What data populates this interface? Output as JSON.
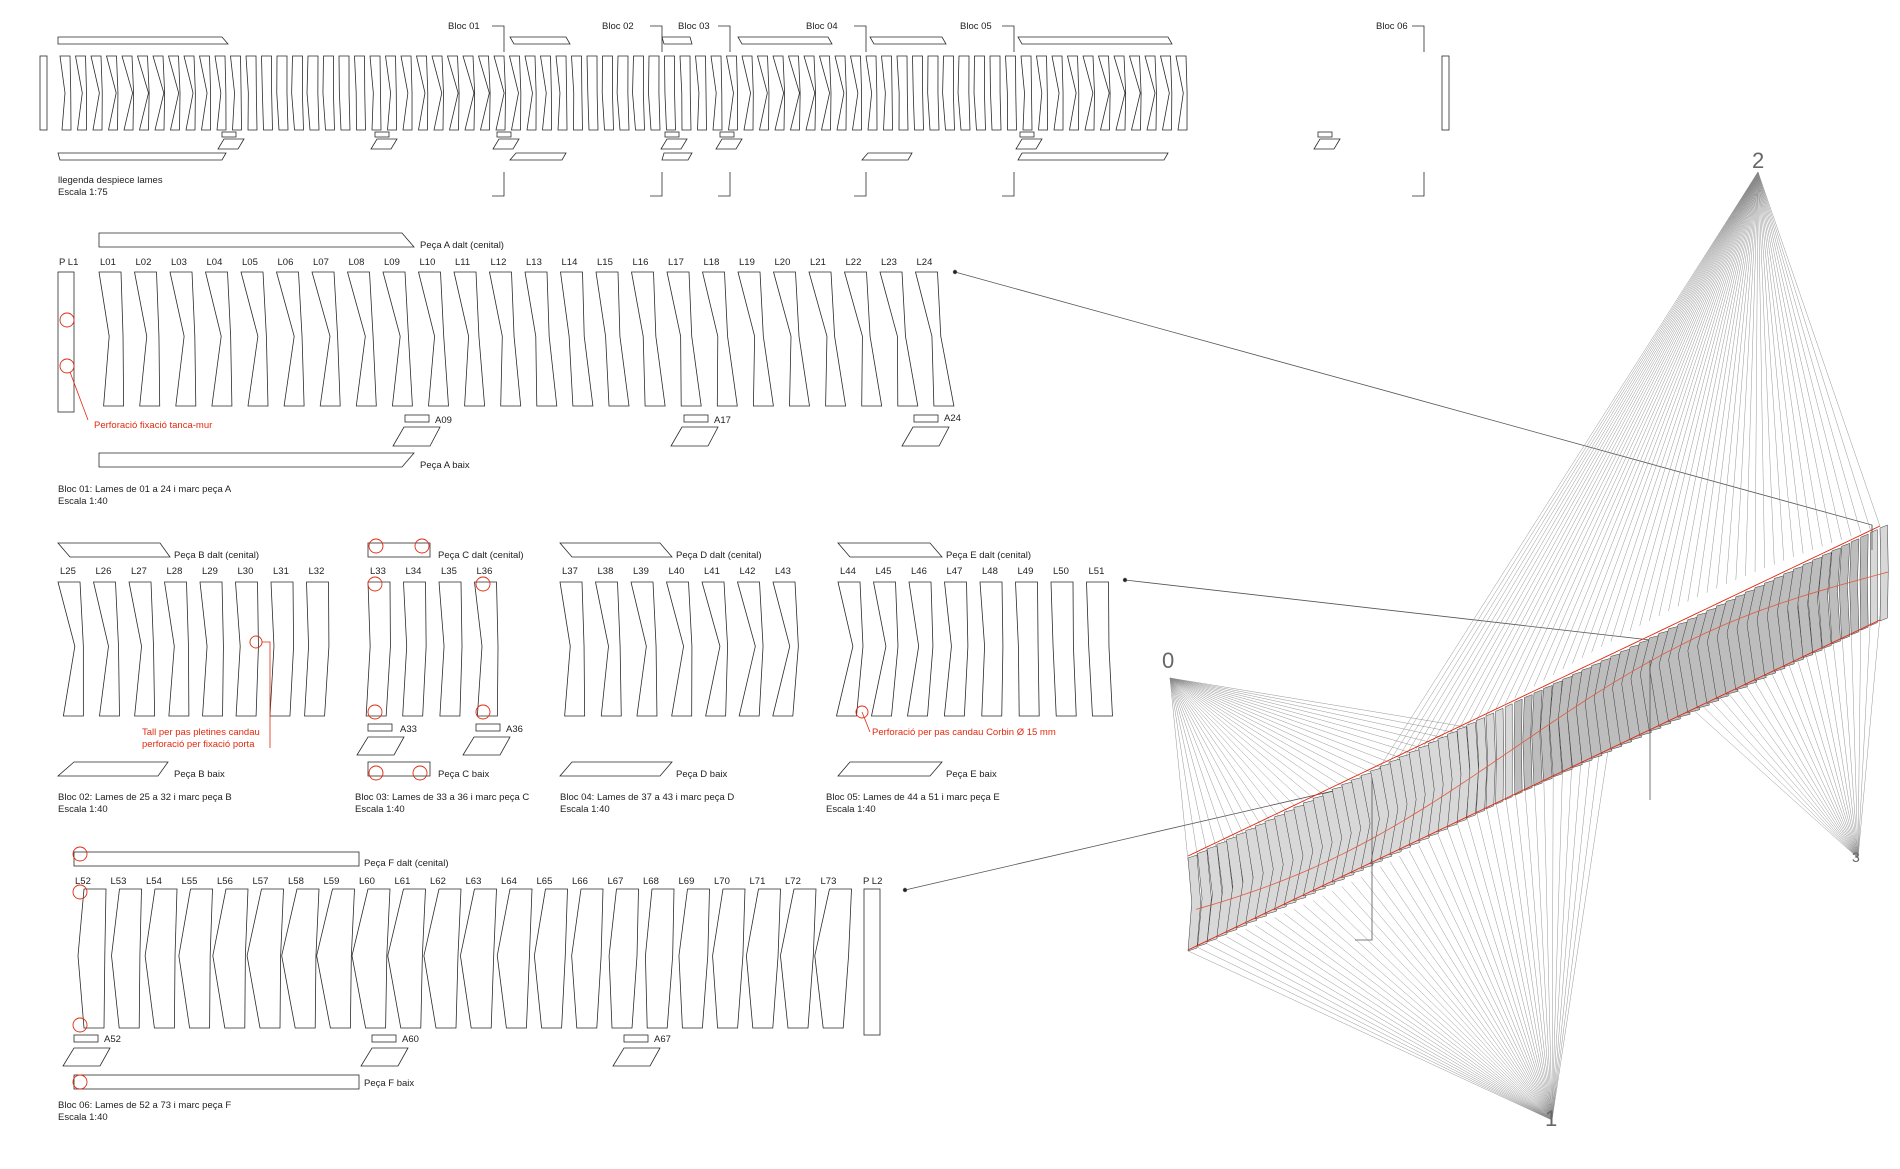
{
  "legend": {
    "caption": "llegenda despiece lames",
    "scale": "Escala 1:75",
    "blocs": [
      "Bloc 01",
      "Bloc 02",
      "Bloc 03",
      "Bloc 04",
      "Bloc 05",
      "Bloc 06"
    ]
  },
  "block1": {
    "piece_top": "Peça A dalt (cenital)",
    "piece_bottom": "Peça A baix",
    "labels": [
      "P L1",
      "L01",
      "L02",
      "L03",
      "L04",
      "L05",
      "L06",
      "L07",
      "L08",
      "L09",
      "L10",
      "L11",
      "L12",
      "L13",
      "L14",
      "L15",
      "L16",
      "L17",
      "L18",
      "L19",
      "L20",
      "L21",
      "L22",
      "L23",
      "L24"
    ],
    "anchors": [
      "A09",
      "A17",
      "A24"
    ],
    "note": "Perforació fixació tanca-mur",
    "caption": "Bloc 01: Lames de 01 a 24 i marc peça A",
    "scale": "Escala 1:40"
  },
  "block2": {
    "piece_top": "Peça B dalt (cenital)",
    "piece_bottom": "Peça B baix",
    "labels": [
      "L25",
      "L26",
      "L27",
      "L28",
      "L29",
      "L30",
      "L31",
      "L32"
    ],
    "note_line1": "Tall per pas pletines candau",
    "note_line2": "perforació per fixació porta",
    "caption": "Bloc 02: Lames de 25 a 32 i marc peça B",
    "scale": "Escala 1:40"
  },
  "block3": {
    "piece_top": "Peça C dalt (cenital)",
    "piece_bottom": "Peça C baix",
    "labels": [
      "L33",
      "L34",
      "L35",
      "L36"
    ],
    "anchors": [
      "A33",
      "A36"
    ],
    "caption": "Bloc 03: Lames de 33 a 36 i marc peça C",
    "scale": "Escala 1:40"
  },
  "block4": {
    "piece_top": "Peça D dalt (cenital)",
    "piece_bottom": "Peça D baix",
    "labels": [
      "L37",
      "L38",
      "L39",
      "L40",
      "L41",
      "L42",
      "L43"
    ],
    "caption": "Bloc 04: Lames de 37 a 43 i marc peça D",
    "scale": "Escala 1:40"
  },
  "block5": {
    "piece_top": "Peça E dalt (cenital)",
    "piece_bottom": "Peça E baix",
    "labels": [
      "L44",
      "L45",
      "L46",
      "L47",
      "L48",
      "L49",
      "L50",
      "L51"
    ],
    "note": "Perforació per pas candau Corbin Ø 15 mm",
    "caption": "Bloc 05: Lames de 44 a 51 i marc peça E",
    "scale": "Escala 1:40"
  },
  "block6": {
    "piece_top": "Peça F dalt (cenital)",
    "piece_bottom": "Peça F baix",
    "labels": [
      "L52",
      "L53",
      "L54",
      "L55",
      "L56",
      "L57",
      "L58",
      "L59",
      "L60",
      "L61",
      "L62",
      "L63",
      "L64",
      "L65",
      "L66",
      "L67",
      "L68",
      "L69",
      "L70",
      "L71",
      "L72",
      "L73",
      "P L2"
    ],
    "anchors": [
      "A52",
      "A60",
      "A67"
    ],
    "caption": "Bloc 06: Lames de 52 a 73 i marc peça F",
    "scale": "Escala 1:40"
  },
  "perspective": {
    "points": [
      "0",
      "1",
      "2",
      "3"
    ]
  },
  "colors": {
    "line": "#2a2a2a",
    "accent": "#e02a10",
    "faint": "#9a9a9a"
  }
}
